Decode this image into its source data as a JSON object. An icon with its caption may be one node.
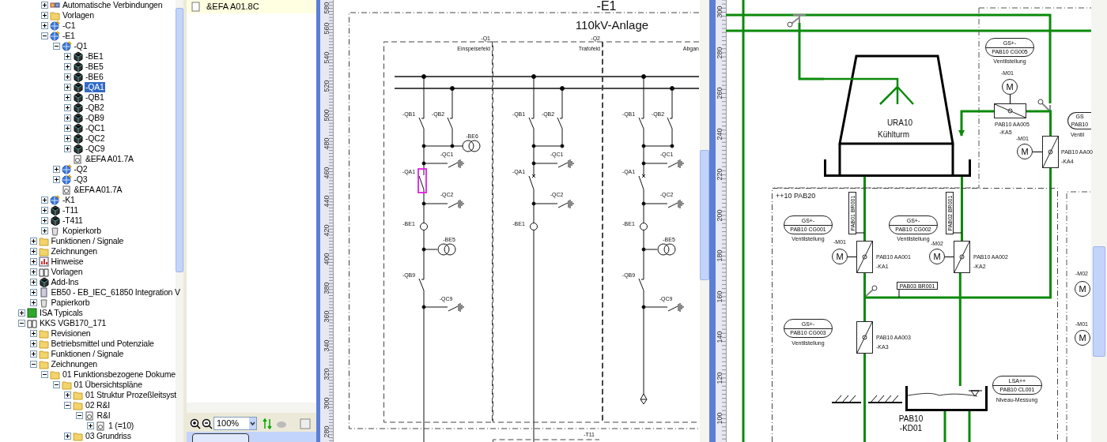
{
  "diagram": {
    "nodes": [
      {
        "text": [
          "-E1",
          "110kV-Anlage"
        ]
      },
      {
        "text": [
          "-Q1",
          "Einspeisefeld"
        ],
        "in": 0
      },
      {
        "text": [
          "-Q2",
          "Trafofeld"
        ],
        "in": 0
      },
      {
        "text": [
          "Abgan"
        ],
        "in": 0
      },
      {
        "text": [
          "-T11"
        ]
      },
      {
        "text": [
          "URA10",
          "Kühlturm"
        ]
      },
      {
        "text": [
          "++10 PAB20"
        ]
      },
      {
        "text": [
          "GS+-",
          "PAB10 CG001"
        ],
        "in": 6,
        "beside": [
          "Ventilstellung"
        ]
      },
      {
        "text": [
          "GS+-",
          "PAB10 CG002"
        ],
        "in": 6,
        "beside": [
          "Ventilstellung"
        ]
      },
      {
        "text": [
          "PAB01 BR001"
        ],
        "in": 6
      },
      {
        "text": [
          "PAB02 BR001"
        ],
        "in": 6
      },
      {
        "text": [
          "M"
        ],
        "in": 6,
        "beside": [
          "-M01"
        ]
      },
      {
        "text": [],
        "shape": "box",
        "in": 6,
        "beside": [
          "PAB10 AA001",
          "-KA1"
        ]
      },
      {
        "text": [
          "M"
        ],
        "in": 6,
        "beside": [
          "-M02"
        ]
      },
      {
        "text": [],
        "shape": "box",
        "in": 6,
        "beside": [
          "PAB10 AA002",
          "-KA2"
        ]
      },
      {
        "text": [
          "PAB03 BR001"
        ],
        "in": 6
      },
      {
        "text": [
          "GS+-",
          "PAB10 CG003"
        ],
        "in": 6,
        "beside": [
          "Ventilstellung"
        ]
      },
      {
        "text": [],
        "shape": "box",
        "in": 6,
        "beside": [
          "PAB10 AA003",
          "-KA3"
        ]
      },
      {
        "text": [],
        "shape": "box",
        "in": 6,
        "beside": [
          "PAB10 -KD01"
        ]
      },
      {
        "text": [
          "LSA++",
          "PAB10 CL001"
        ],
        "in": 6,
        "beside": [
          "Niveau-Messung"
        ]
      },
      {
        "text": [
          "GS+-",
          "PAB10 CG005"
        ],
        "beside": [
          "Ventilstellung"
        ]
      },
      {
        "text": [
          "M"
        ],
        "beside": [
          "-M01"
        ]
      },
      {
        "text": [],
        "shape": "box",
        "beside": [
          "PAB10 AA005",
          "-KA5"
        ]
      },
      {
        "text": [
          "M"
        ],
        "beside": [
          "-M01"
        ]
      },
      {
        "text": [],
        "shape": "box",
        "beside": [
          "PAB10 AA00",
          "-KA4"
        ]
      },
      {
        "text": [
          "GS",
          "PAB10"
        ],
        "beside": [
          "Ventil"
        ]
      },
      {
        "text": [
          "M"
        ],
        "beside": [
          "-M02"
        ]
      },
      {
        "text": [
          "M"
        ],
        "beside": [
          "-M01"
        ]
      }
    ],
    "edges": [
      {
        "from": 11,
        "to": 12,
        "arrow": "none",
        "color": "#000000"
      },
      {
        "from": 13,
        "to": 14,
        "arrow": "none",
        "color": "#000000"
      },
      {
        "from": 21,
        "to": 22,
        "arrow": "none",
        "color": "#000000"
      },
      {
        "from": 23,
        "to": 24,
        "arrow": "none",
        "color": "#000000"
      },
      {
        "from": 5,
        "to": 12,
        "arrow": "none"
      },
      {
        "from": 12,
        "to": 17,
        "arrow": "none"
      },
      {
        "from": 17,
        "to": null,
        "arrow": "none"
      },
      {
        "from": 5,
        "to": 14,
        "arrow": "none"
      },
      {
        "from": 14,
        "to": 18,
        "arrow": "none"
      },
      {
        "from": 22,
        "to": 5,
        "arrow": "to"
      },
      {
        "from": null,
        "to": 5,
        "arrow": "none"
      },
      {
        "from": 22,
        "to": 24,
        "arrow": "none"
      },
      {
        "from": 24,
        "to": 17,
        "arrow": "none"
      },
      {
        "from": 9,
        "to": null,
        "arrow": "none",
        "color": "#000000"
      },
      {
        "from": 10,
        "to": null,
        "arrow": "none",
        "color": "#000000"
      },
      {
        "from": 15,
        "to": null,
        "arrow": "none",
        "color": "#000000"
      },
      {
        "from": 18,
        "to": null,
        "arrow": "none"
      },
      {
        "from": 18,
        "to": null,
        "arrow": "none"
      }
    ],
    "labels": [
      "Automatische Verbindungen",
      "Vorlagen",
      "-C1",
      "-E1",
      "-Q1",
      "-BE1",
      "-BE5",
      "-BE6",
      "-QA1",
      "-QB1",
      "-QB2",
      "-QB9",
      "-QC1",
      "-QC2",
      "-QC9",
      "&EFA A01.7A",
      "-Q2",
      "-Q3",
      "&EFA A01.7A",
      "-K1",
      "-T11",
      "-T411",
      "Kopierkorb",
      "Funktionen / Signale",
      "Zeichnungen",
      "Hinweise",
      "Vorlagen",
      "Add-Ins",
      "EB50 - EB_IEC_61850 Integration V",
      "Papierkorb",
      "ISA Typicals",
      "KKS VGB170_171",
      "Revisionen",
      "Betriebsmittel und Potenziale",
      "Funktionen / Signale",
      "Zeichnungen",
      "01 Funktionsbezogene Dokume",
      "01 Übersichtspläne",
      "01 Struktur Prozeßleitsyst",
      "02 R&I",
      "R&I",
      "1 (=10)",
      "03 Grundriss",
      "&EFA A01.8C",
      "100%",
      "-QB1",
      "-QB2",
      "-BE6",
      "-QC1",
      "-QA1",
      "-QC2",
      "-BE1",
      "-BE5",
      "-QB9",
      "-QC9",
      "-QB1",
      "-QB2",
      "-QC1",
      "-QA1",
      "-QC2",
      "-BE1",
      "-QB1",
      "-QB2",
      "-QC1",
      "-QA1",
      "-QC2",
      "-BE1",
      "-BE5",
      "-QB9",
      "-QC9",
      "580",
      "560",
      "540",
      "520",
      "500",
      "480",
      "460",
      "440",
      "420",
      "400",
      "380",
      "360",
      "340",
      "320",
      "300",
      "280",
      "300",
      "280",
      "260",
      "240",
      "220",
      "200",
      "180",
      "160",
      "140",
      "120",
      "100"
    ]
  }
}
